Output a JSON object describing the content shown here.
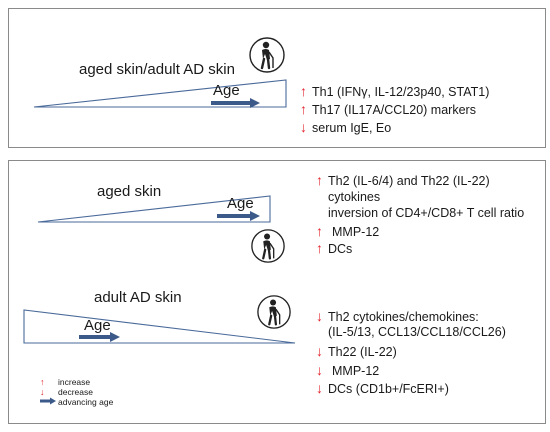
{
  "panel1": {
    "label": "aged skin/adult AD skin",
    "age_label": "Age",
    "items": [
      {
        "dir": "up",
        "text": "Th1 (IFNγ, IL-12/23p40, STAT1)"
      },
      {
        "dir": "up",
        "text": "Th17 (IL17A/CCL20) markers"
      },
      {
        "dir": "down",
        "text": "serum IgE, Eo"
      }
    ]
  },
  "panel2": {
    "aged": {
      "label": "aged skin",
      "age_label": "Age",
      "items": [
        {
          "dir": "up",
          "text": "Th2 (IL-6/4) and Th22 (IL-22)"
        },
        {
          "dir": "none",
          "text": "cytokines"
        },
        {
          "dir": "none",
          "text": "inversion of CD4+/CD8+ T cell ratio"
        },
        {
          "dir": "up",
          "text": "MMP-12"
        },
        {
          "dir": "up",
          "text": "DCs"
        }
      ]
    },
    "adult": {
      "label": "adult AD skin",
      "age_label": "Age",
      "items": [
        {
          "dir": "down",
          "text": "Th2 cytokines/chemokines:"
        },
        {
          "dir": "none",
          "text": "(IL-5/13, CCL13/CCL18/CCL26)"
        },
        {
          "dir": "down",
          "text": "Th22 (IL-22)"
        },
        {
          "dir": "down",
          "text": "MMP-12"
        },
        {
          "dir": "down",
          "text": "DCs (CD1b+/FcERI+)"
        }
      ]
    }
  },
  "legend": {
    "increase": "increase",
    "decrease": "decrease",
    "advancing": "advancing age"
  },
  "symbols": {
    "up": "↑",
    "down": "↓"
  },
  "colors": {
    "arrow_red": "#e3262d",
    "age_arrow": "#3b5a8a",
    "triangle_stroke": "#4a6a9a"
  },
  "icons": [
    "elderly-person-icon"
  ]
}
